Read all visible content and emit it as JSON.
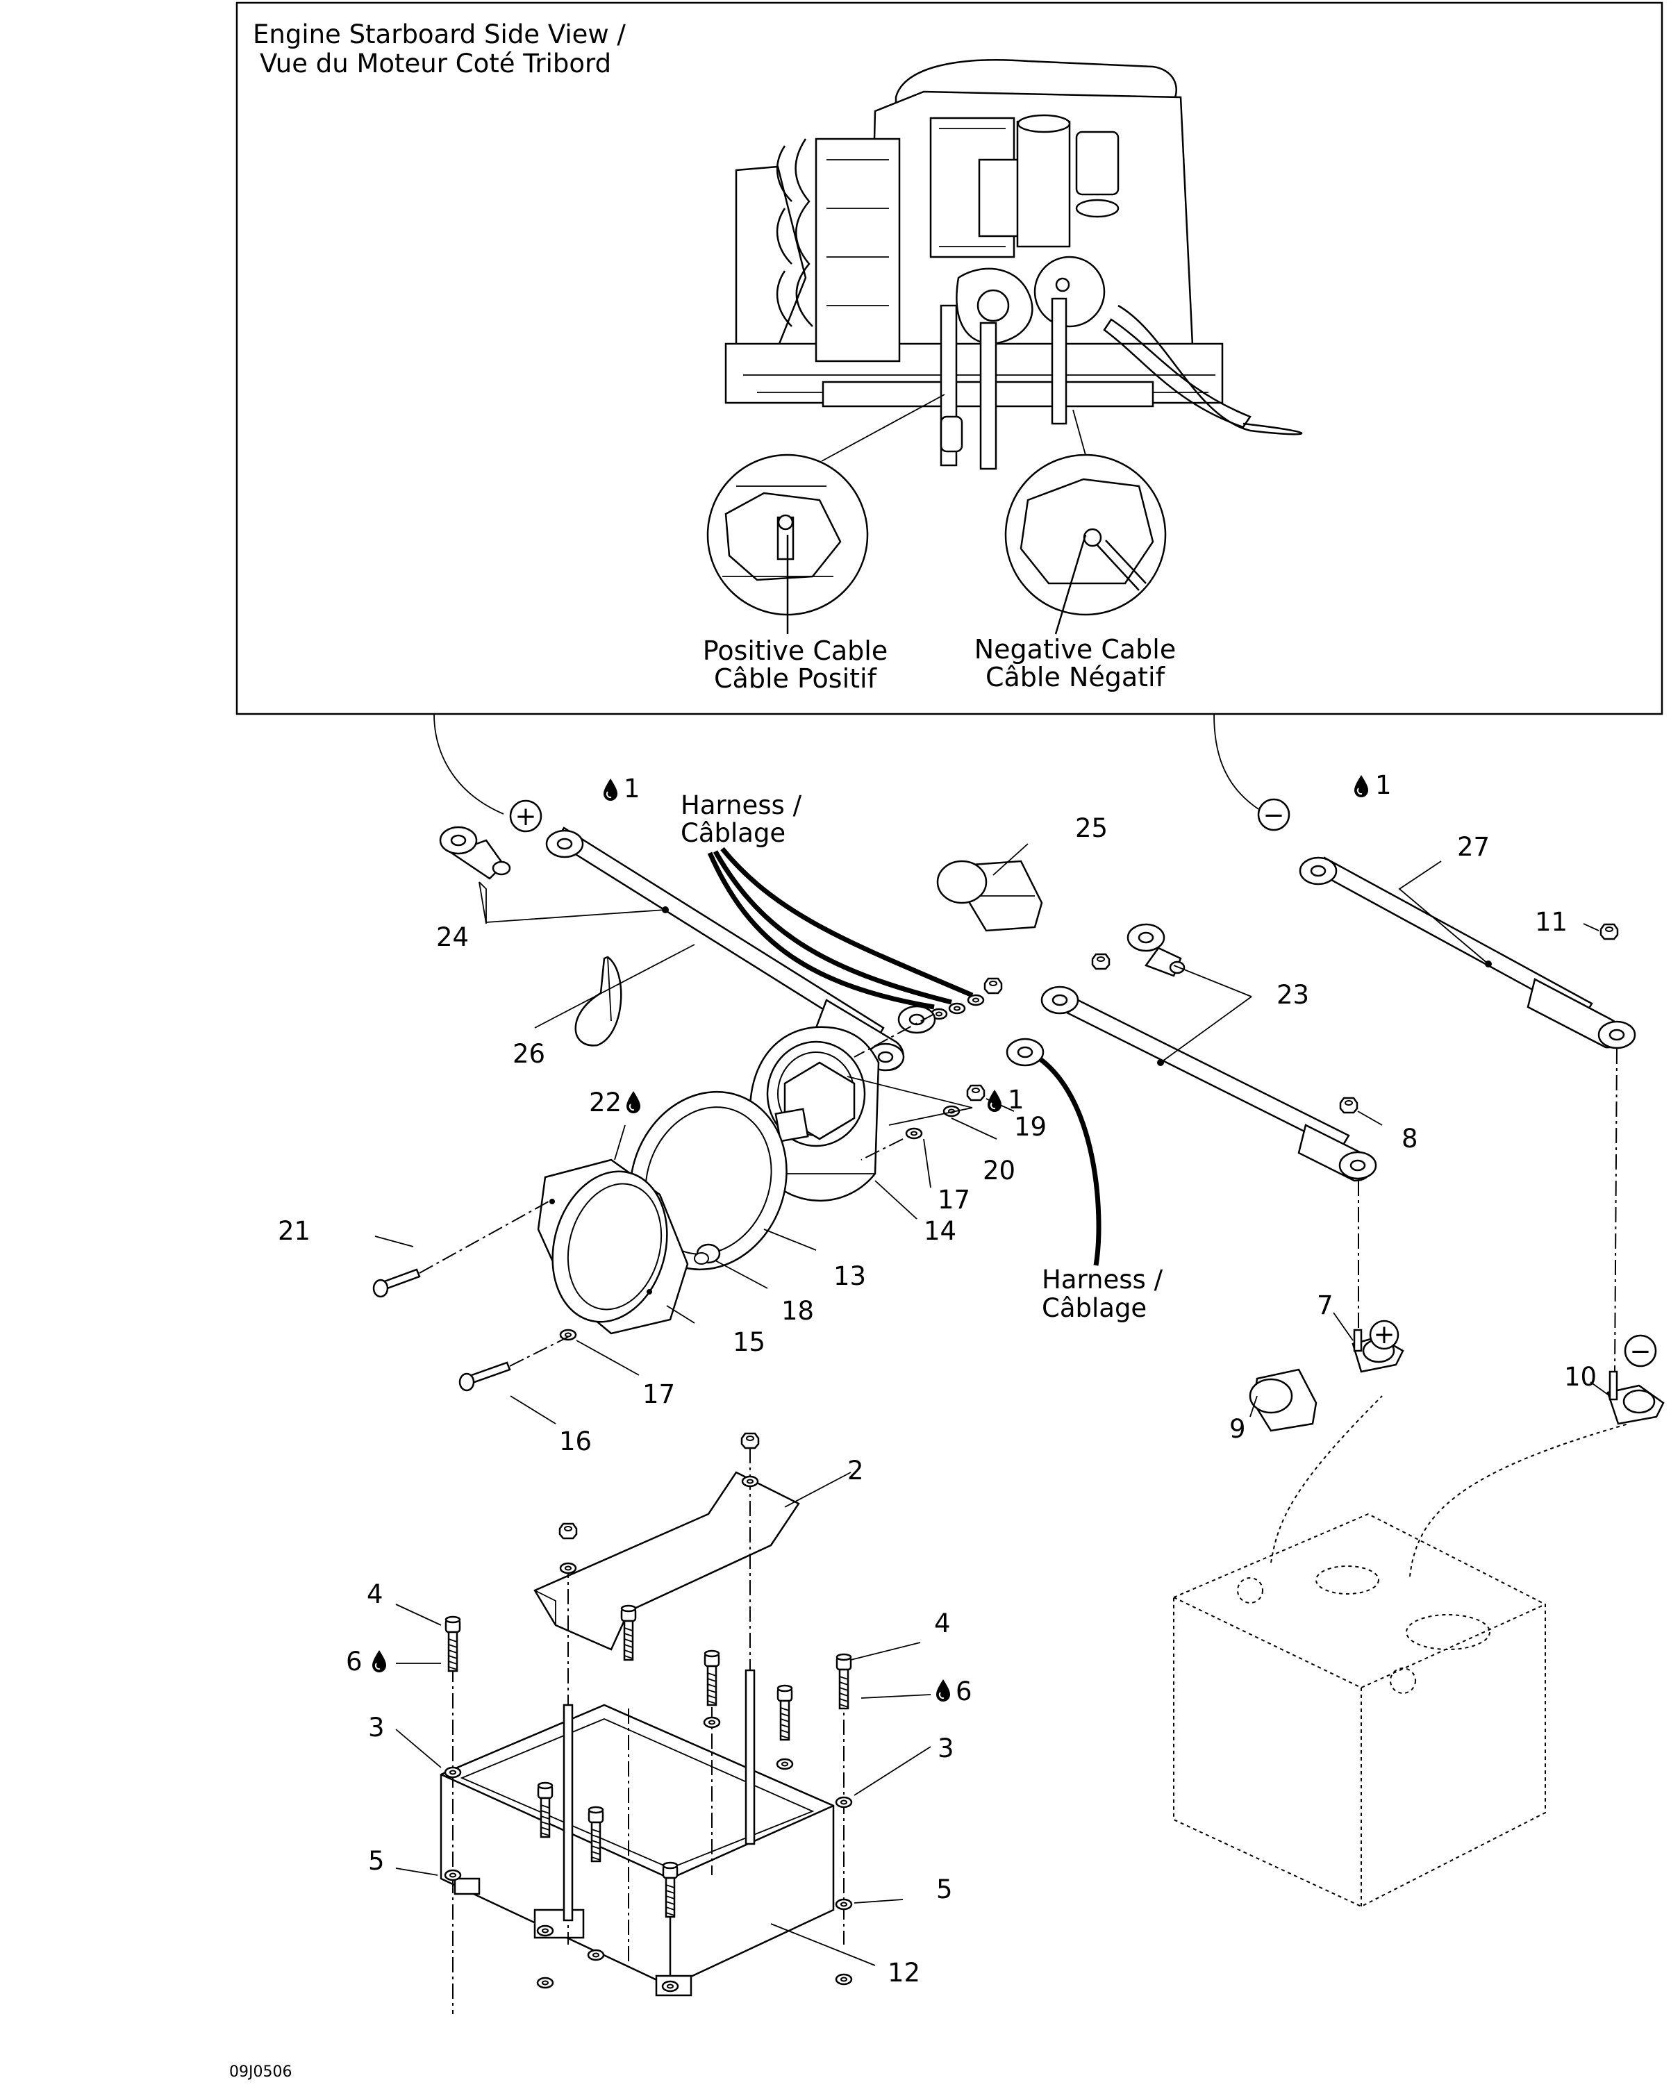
{
  "inset": {
    "title_line1": "Engine Starboard Side View /",
    "title_line2": "Vue du Moteur Coté Tribord",
    "positive_line1": "Positive Cable",
    "positive_line2": "Câble Positif",
    "negative_line1": "Negative Cable",
    "negative_line2": "Câble Négatif"
  },
  "harness_top": {
    "line1": "Harness /",
    "line2": "Câblage"
  },
  "harness_bottom": {
    "line1": "Harness /",
    "line2": "Câblage"
  },
  "symbols": {
    "plus": "+",
    "minus": "−"
  },
  "parts": {
    "p1a": "1",
    "p1b": "1",
    "p1c": "1",
    "p2": "2",
    "p3a": "3",
    "p3b": "3",
    "p4a": "4",
    "p4b": "4",
    "p5a": "5",
    "p5b": "5",
    "p6a": "6",
    "p6b": "6",
    "p7": "7",
    "p8": "8",
    "p9": "9",
    "p10": "10",
    "p11": "11",
    "p12": "12",
    "p13": "13",
    "p14": "14",
    "p15": "15",
    "p16": "16",
    "p17a": "17",
    "p17b": "17",
    "p18": "18",
    "p19": "19",
    "p20": "20",
    "p21": "21",
    "p22": "22",
    "p23": "23",
    "p24": "24",
    "p25": "25",
    "p26": "26",
    "p27": "27"
  },
  "figure_code": "09J0506",
  "icons": {
    "drop": "sealant-drop-icon"
  }
}
